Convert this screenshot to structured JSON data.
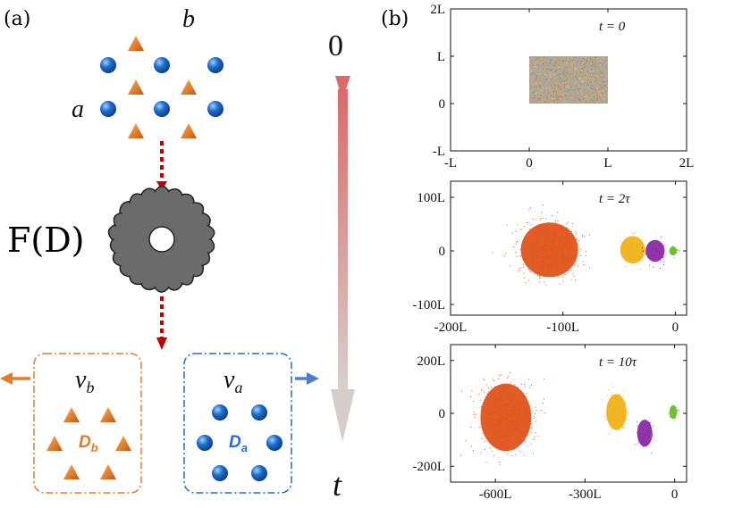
{
  "panel_a": {
    "label": "(a)",
    "label_a": "a",
    "label_b": "b",
    "filter_label": "F(D)",
    "time_start": "0",
    "time_end": "t",
    "box_left": {
      "velocity": "v",
      "velocity_sub": "b",
      "diffusion": "D",
      "diffusion_sub": "b"
    },
    "box_right": {
      "velocity": "v",
      "velocity_sub": "a",
      "diffusion": "D",
      "diffusion_sub": "a"
    },
    "colors": {
      "sphere": "#1f6fd0",
      "triangle": "#e07b2a",
      "box_left": "#e07b2a",
      "box_right": "#1f6fd0",
      "gear": "#6b6b6b",
      "arrow_down": "#c00000",
      "time_arrow": "#d98080"
    }
  },
  "panel_b": {
    "label": "(b)",
    "chart_data": [
      {
        "type": "scatter",
        "annotation": "t = 0",
        "xlim": [
          "-L",
          "2L"
        ],
        "ylim": [
          "-L",
          "2L"
        ],
        "xticks": [
          "-L",
          "0",
          "L",
          "2L"
        ],
        "yticks": [
          "-L",
          "0",
          "L",
          "2L"
        ],
        "xtick_values": [
          -1,
          0,
          1,
          2
        ],
        "ytick_values": [
          -1,
          0,
          1,
          2
        ],
        "xrange": [
          -1,
          2
        ],
        "yrange": [
          -1,
          2
        ],
        "clusters": [
          {
            "shape": "rect",
            "x": [
              0,
              1
            ],
            "y": [
              0,
              1
            ],
            "color": "mixed"
          }
        ]
      },
      {
        "type": "scatter",
        "annotation": "t = 2τ",
        "xticks": [
          "-200L",
          "-100L",
          "0"
        ],
        "yticks": [
          "-100L",
          "0",
          "100L"
        ],
        "xtick_values": [
          -200,
          -100,
          0
        ],
        "ytick_values": [
          -100,
          0,
          100
        ],
        "xrange": [
          -200,
          10
        ],
        "yrange": [
          -120,
          130
        ],
        "clusters": [
          {
            "cx": -112,
            "cy": 2,
            "rx": 30,
            "ry": 60,
            "color": "#e0541a"
          },
          {
            "cx": -38,
            "cy": 2,
            "rx": 13,
            "ry": 30,
            "color": "#f0b21a"
          },
          {
            "cx": -18,
            "cy": 0,
            "rx": 10,
            "ry": 24,
            "color": "#8a2aa6"
          },
          {
            "cx": -2,
            "cy": 0,
            "rx": 4,
            "ry": 10,
            "color": "#6bbf2a"
          }
        ]
      },
      {
        "type": "scatter",
        "annotation": "t = 10τ",
        "xticks": [
          "-600L",
          "-300L",
          "0"
        ],
        "yticks": [
          "-200L",
          "0",
          "200L"
        ],
        "xtick_values": [
          -600,
          -300,
          0
        ],
        "ytick_values": [
          -200,
          0,
          200
        ],
        "xrange": [
          -750,
          40
        ],
        "yrange": [
          -260,
          260
        ],
        "clusters": [
          {
            "cx": -565,
            "cy": -15,
            "rx": 100,
            "ry": 150,
            "color": "#e0541a"
          },
          {
            "cx": -195,
            "cy": 5,
            "rx": 40,
            "ry": 80,
            "color": "#f0b21a"
          },
          {
            "cx": -100,
            "cy": -75,
            "rx": 30,
            "ry": 60,
            "color": "#8a2aa6"
          },
          {
            "cx": -5,
            "cy": 5,
            "rx": 15,
            "ry": 30,
            "color": "#6bbf2a"
          }
        ]
      }
    ]
  }
}
